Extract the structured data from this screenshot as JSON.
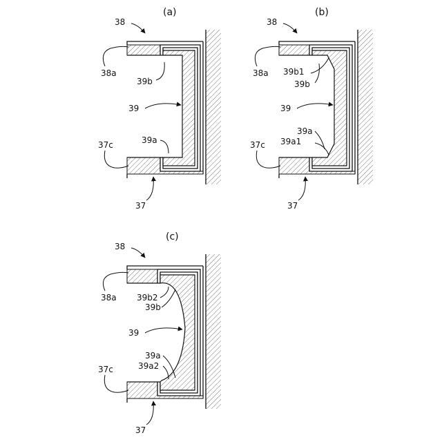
{
  "panels": [
    {
      "id": "a",
      "caption": "(a)",
      "labels": {
        "l38": "38",
        "l38a": "38a",
        "l39b": "39b",
        "l39": "39",
        "l39a": "39a",
        "l37c": "37c",
        "l37": "37"
      }
    },
    {
      "id": "b",
      "caption": "(b)",
      "labels": {
        "l38": "38",
        "l38a": "38a",
        "l39b1": "39b1",
        "l39b": "39b",
        "l39": "39",
        "l39a": "39a",
        "l39a1": "39a1",
        "l37c": "37c",
        "l37": "37"
      }
    },
    {
      "id": "c",
      "caption": "(c)",
      "labels": {
        "l38": "38",
        "l38a": "38a",
        "l39b2": "39b2",
        "l39b": "39b",
        "l39": "39",
        "l39a": "39a",
        "l39a2": "39a2",
        "l37c": "37c",
        "l37": "37"
      }
    }
  ]
}
